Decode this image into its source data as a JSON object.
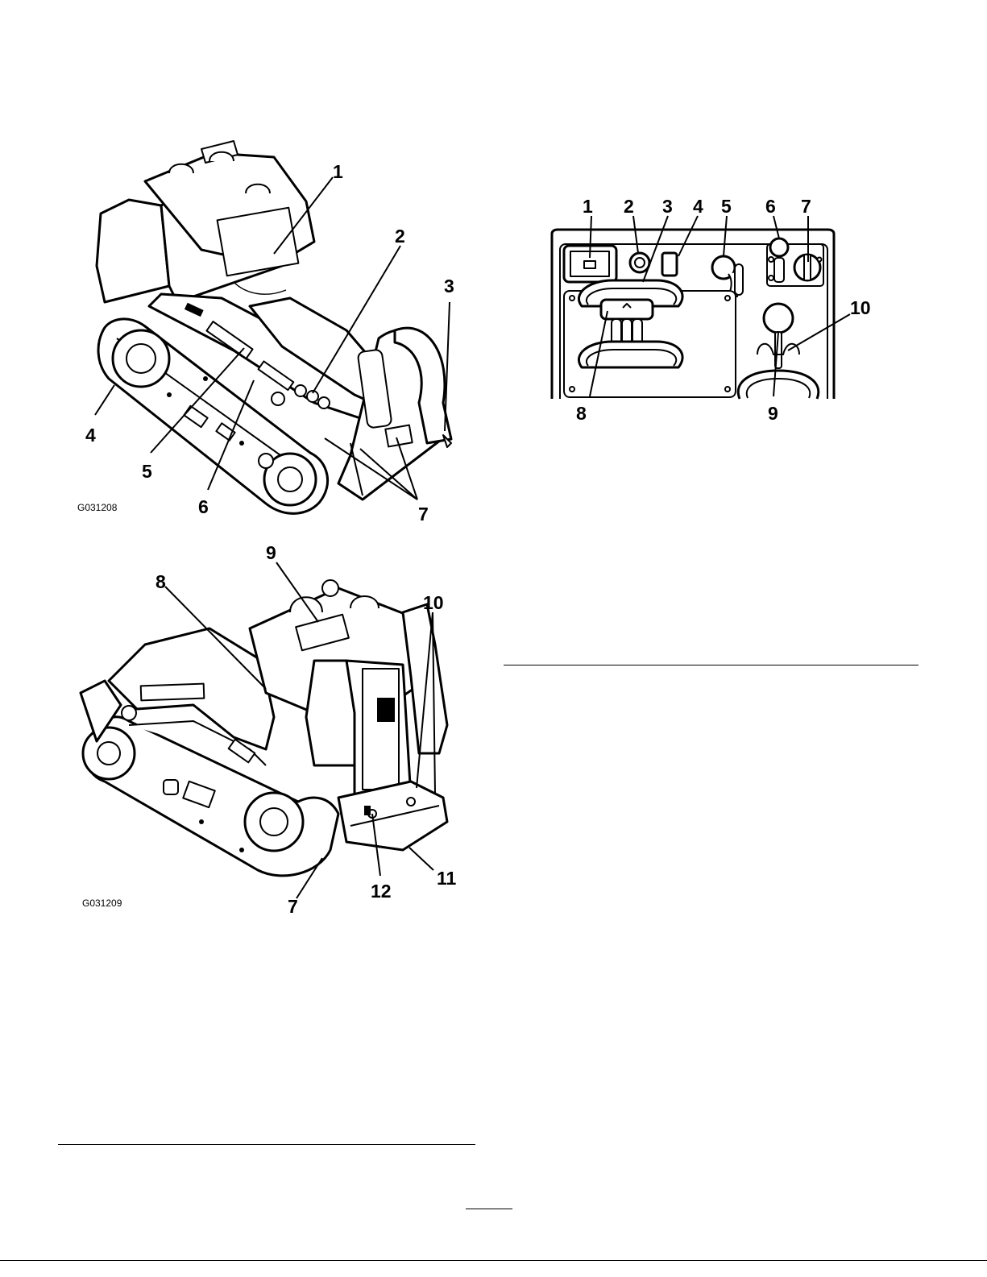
{
  "figure_top": {
    "code": "G031208",
    "callouts": [
      "1",
      "2",
      "3",
      "4",
      "5",
      "6",
      "7"
    ]
  },
  "figure_bottom": {
    "code": "G031209",
    "callouts": [
      "7",
      "8",
      "9",
      "10",
      "11",
      "12"
    ]
  },
  "figure_panel": {
    "callouts": [
      "1",
      "2",
      "3",
      "4",
      "5",
      "6",
      "7",
      "8",
      "9",
      "10"
    ]
  }
}
